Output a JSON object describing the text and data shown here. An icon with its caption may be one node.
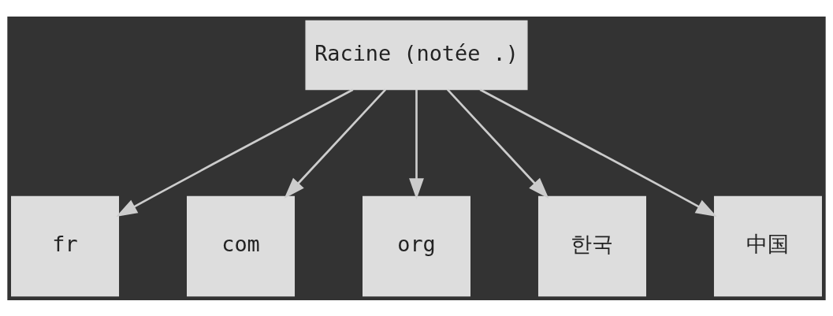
{
  "diagram": {
    "nodes": [
      {
        "text": [
          "Racine (notée .)"
        ]
      },
      {
        "text": [
          "fr"
        ]
      },
      {
        "text": [
          "com"
        ]
      },
      {
        "text": [
          "org"
        ]
      },
      {
        "text": [
          "한국"
        ]
      },
      {
        "text": [
          "中国"
        ]
      }
    ],
    "edges": [
      {
        "from": 0,
        "to": 1,
        "arrow": "to"
      },
      {
        "from": 0,
        "to": 2,
        "arrow": "to"
      },
      {
        "from": 0,
        "to": 3,
        "arrow": "to"
      },
      {
        "from": 0,
        "to": 4,
        "arrow": "to"
      },
      {
        "from": 0,
        "to": 5,
        "arrow": "to"
      }
    ]
  }
}
